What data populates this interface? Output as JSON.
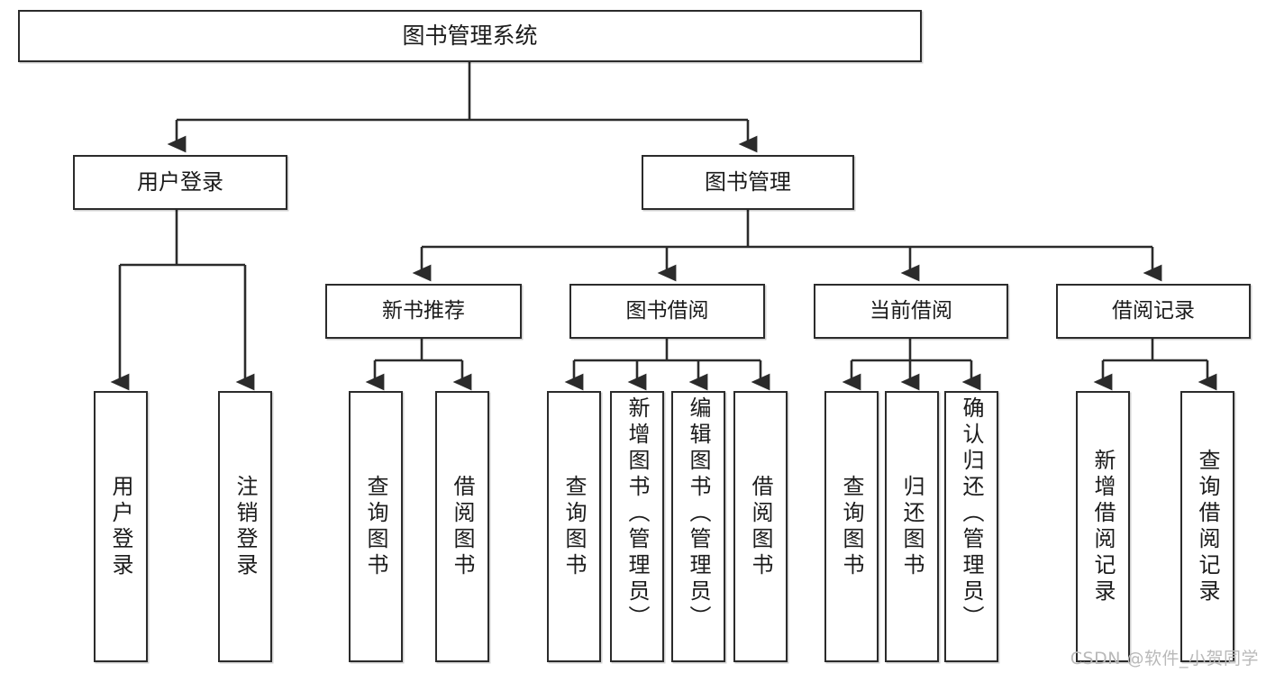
{
  "diagram": {
    "title": "图书管理系统",
    "type": "tree-structure-chart",
    "colors": {
      "node_border": "#2b2b2b",
      "node_fill": "#ffffff",
      "edge": "#2b2b2b",
      "text": "#1b1b1b",
      "watermark": "#b9b9b9",
      "background": "#ffffff"
    },
    "watermark": "CSDN @软件_小贺同学",
    "nodes": {
      "root": {
        "label": "图书管理系统"
      },
      "level2": [
        {
          "id": "user-login",
          "label": "用户登录"
        },
        {
          "id": "book-management",
          "label": "图书管理"
        }
      ],
      "level3": [
        {
          "id": "new-book-recommend",
          "label": "新书推荐"
        },
        {
          "id": "book-borrow",
          "label": "图书借阅"
        },
        {
          "id": "current-borrow",
          "label": "当前借阅"
        },
        {
          "id": "borrow-record",
          "label": "借阅记录"
        }
      ],
      "leaves": {
        "user_login": [
          {
            "id": "leaf-user-login",
            "label": "用户登录"
          },
          {
            "id": "leaf-user-logout",
            "label": "注销登录"
          }
        ],
        "new_book_recommend": [
          {
            "id": "leaf-query-book-1",
            "label": "查询图书"
          },
          {
            "id": "leaf-borrow-book-1",
            "label": "借阅图书"
          }
        ],
        "book_borrow": [
          {
            "id": "leaf-query-book-2",
            "label": "查询图书"
          },
          {
            "id": "leaf-add-book",
            "label": "新增图书（管理员）"
          },
          {
            "id": "leaf-edit-book",
            "label": "编辑图书（管理员）"
          },
          {
            "id": "leaf-borrow-book-2",
            "label": "借阅图书"
          }
        ],
        "current_borrow": [
          {
            "id": "leaf-query-book-3",
            "label": "查询图书"
          },
          {
            "id": "leaf-return-book",
            "label": "归还图书"
          },
          {
            "id": "leaf-confirm-return",
            "label": "确认归还（管理员）"
          }
        ],
        "borrow_record": [
          {
            "id": "leaf-add-record",
            "label": "新增借阅记录"
          },
          {
            "id": "leaf-query-record",
            "label": "查询借阅记录"
          }
        ]
      }
    }
  }
}
